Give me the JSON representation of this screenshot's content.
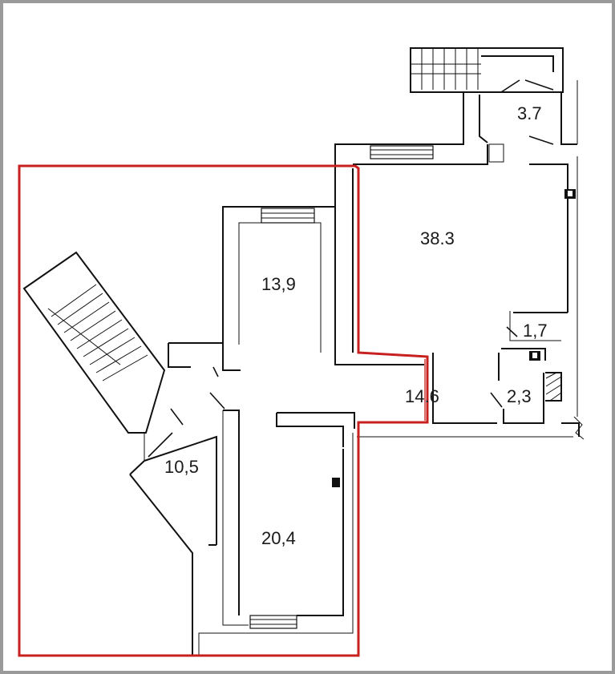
{
  "plan": {
    "frame_color": "#9a9a9a",
    "highlight_color": "#c8201e",
    "wall_color": "#111111",
    "rooms": [
      {
        "id": "room-13-9",
        "label": "13,9"
      },
      {
        "id": "room-10-5",
        "label": "10,5"
      },
      {
        "id": "room-20-4",
        "label": "20,4"
      },
      {
        "id": "room-38-3",
        "label": "38.3"
      },
      {
        "id": "room-3-7",
        "label": "3.7"
      },
      {
        "id": "room-1-7",
        "label": "1,7"
      },
      {
        "id": "room-2-3",
        "label": "2,3"
      },
      {
        "id": "room-14-6",
        "label": "14.6"
      }
    ]
  }
}
